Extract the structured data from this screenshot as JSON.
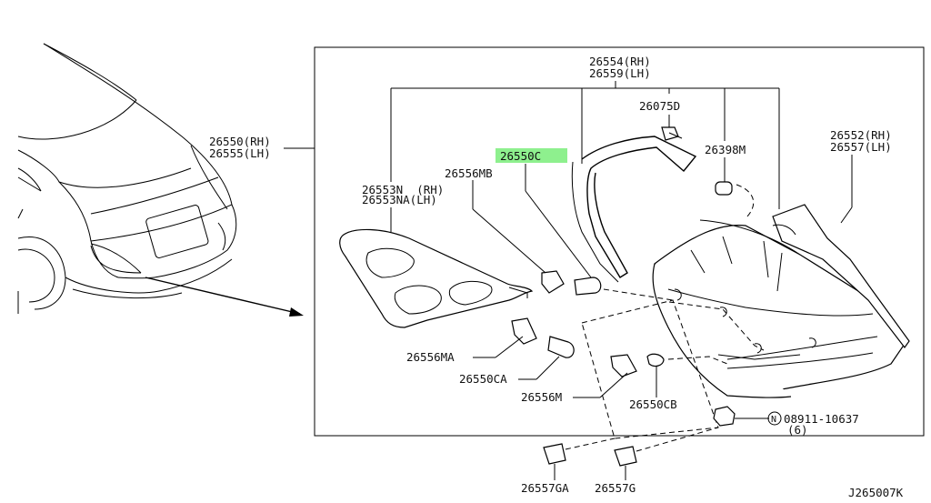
{
  "diagram": {
    "highlight_color": "#8ef08e",
    "labels": {
      "housing_rh_lh": [
        "26550(RH)",
        "26555(LH)"
      ],
      "lens_assy": [
        "26554(RH)",
        "26559(LH)"
      ],
      "screw": "26075D",
      "gasket": "26550C",
      "grommet": "26398M",
      "socket_b": "26556MB",
      "finisher": [
        "26553N  (RH)",
        "26553NA(LH)"
      ],
      "lamp_body": [
        "26552(RH)",
        "26557(LH)"
      ],
      "socket_a": "26556MA",
      "bulb_ca": "26550CA",
      "socket_m": "26556M",
      "bulb_cb": "26550CB",
      "nut_code": "N",
      "nut_part": "08911-10637",
      "nut_qty": "(6)",
      "clip_ga": "26557GA",
      "clip_g": "26557G",
      "diagram_code": "J265007K"
    }
  }
}
